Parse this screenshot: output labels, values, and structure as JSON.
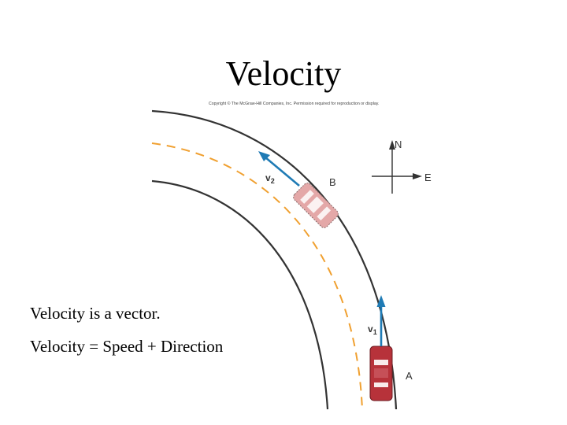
{
  "slide": {
    "title": "Velocity",
    "bullets": [
      "Velocity is a vector.",
      "Velocity = Speed + Direction"
    ]
  },
  "figure": {
    "copyright": "Copyright © The McGraw-Hill Companies, Inc. Permission required for reproduction or display.",
    "compass": {
      "north": "N",
      "east": "E"
    },
    "points": {
      "a": "A",
      "b": "B"
    },
    "vectors": {
      "v1": {
        "letter": "v",
        "subscript": "1"
      },
      "v2": {
        "letter": "v",
        "subscript": "2"
      }
    },
    "colors": {
      "road_edge": "#333333",
      "center_line": "#f0a030",
      "vector_arrow": "#1f7bb5",
      "car_a": "#b7323a",
      "car_b": "#e4a8a8",
      "compass": "#333333"
    }
  }
}
